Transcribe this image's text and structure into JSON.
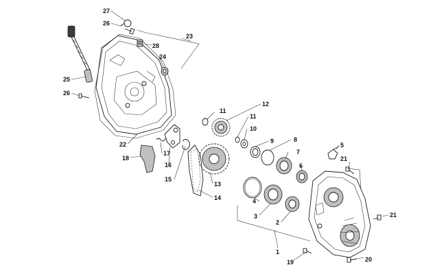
{
  "labels": {
    "l1": "1",
    "l2": "2",
    "l3": "3",
    "l4": "4",
    "l5": "5",
    "l6": "6",
    "l7": "7",
    "l8": "8",
    "l9": "9",
    "l10": "10",
    "l11a": "11",
    "l11b": "11",
    "l12": "12",
    "l13": "13",
    "l14": "14",
    "l15": "15",
    "l16": "16",
    "l17": "17",
    "l18": "18",
    "l19": "19",
    "l20": "20",
    "l21a": "21",
    "l21b": "21",
    "l22": "22",
    "l23": "23",
    "l24": "24",
    "l25": "25",
    "l26a": "26",
    "l26b": "26",
    "l27": "27",
    "l28": "28"
  }
}
